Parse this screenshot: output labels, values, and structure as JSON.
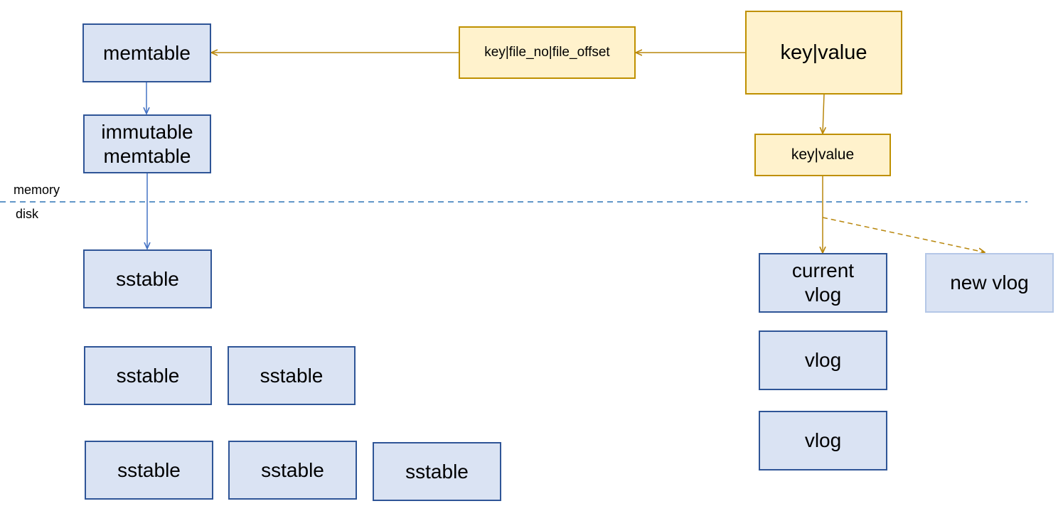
{
  "nodes": {
    "memtable": "memtable",
    "immutable_memtable_line1": "immutable",
    "immutable_memtable_line2": "memtable",
    "sstable": "sstable",
    "key_index": "key|file_no|file_offset",
    "key_value_large": "key|value",
    "key_value_small": "key|value",
    "current_vlog_line1": "current",
    "current_vlog_line2": "vlog",
    "new_vlog": "new vlog",
    "vlog": "vlog"
  },
  "boundary": {
    "memory_label": "memory",
    "disk_label": "disk"
  },
  "colors": {
    "blue_fill": "#dae3f3",
    "blue_border": "#2f5597",
    "blue_light_border": "#b4c7e7",
    "blue_arrow": "#4472c4",
    "gold_fill": "#fff2cc",
    "gold_border": "#bf9000",
    "gold_arrow": "#b8860b",
    "divider": "#2e75b6"
  }
}
